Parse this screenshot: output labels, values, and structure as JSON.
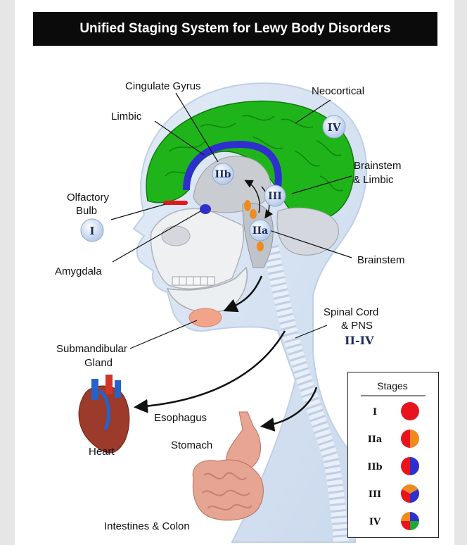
{
  "title": "Unified Staging System for Lewy Body Disorders",
  "labels": {
    "cingulate": "Cingulate Gyrus",
    "neocortical": "Neocortical",
    "limbic": "Limbic",
    "brainstem_limbic_1": "Brainstem",
    "brainstem_limbic_2": "& Limbic",
    "olfactory_1": "Olfactory",
    "olfactory_2": "Bulb",
    "amygdala": "Amygdala",
    "brainstem": "Brainstem",
    "spinal_1": "Spinal Cord",
    "spinal_2": "& PNS",
    "spinal_stage": "II-IV",
    "submandibular_1": "Submandibular",
    "submandibular_2": "Gland",
    "heart": "Heart",
    "esophagus": "Esophagus",
    "stomach": "Stomach",
    "intestines": "Intestines & Colon"
  },
  "stage_badges": {
    "I": "I",
    "IIa": "IIa",
    "IIb": "IIb",
    "III": "III",
    "IV": "IV"
  },
  "legend": {
    "title": "Stages",
    "rows": [
      {
        "stage": "I",
        "colors": [
          "#e8141c"
        ]
      },
      {
        "stage": "IIa",
        "colors": [
          "#e8141c",
          "#f08a1e"
        ]
      },
      {
        "stage": "IIb",
        "colors": [
          "#e8141c",
          "#2f2fcf"
        ]
      },
      {
        "stage": "III",
        "colors": [
          "#e8141c",
          "#f08a1e",
          "#2f2fcf"
        ]
      },
      {
        "stage": "IV",
        "colors": [
          "#e8141c",
          "#f08a1e",
          "#2f2fcf",
          "#1fa830"
        ]
      }
    ]
  },
  "colors": {
    "neocortex": "#1fb51a",
    "limbic": "#2f2fcf",
    "olfactory": "#e8141c",
    "brainstem": "#f08a1e",
    "gland": "#f2a48a",
    "badge": "#dbe6f7"
  }
}
